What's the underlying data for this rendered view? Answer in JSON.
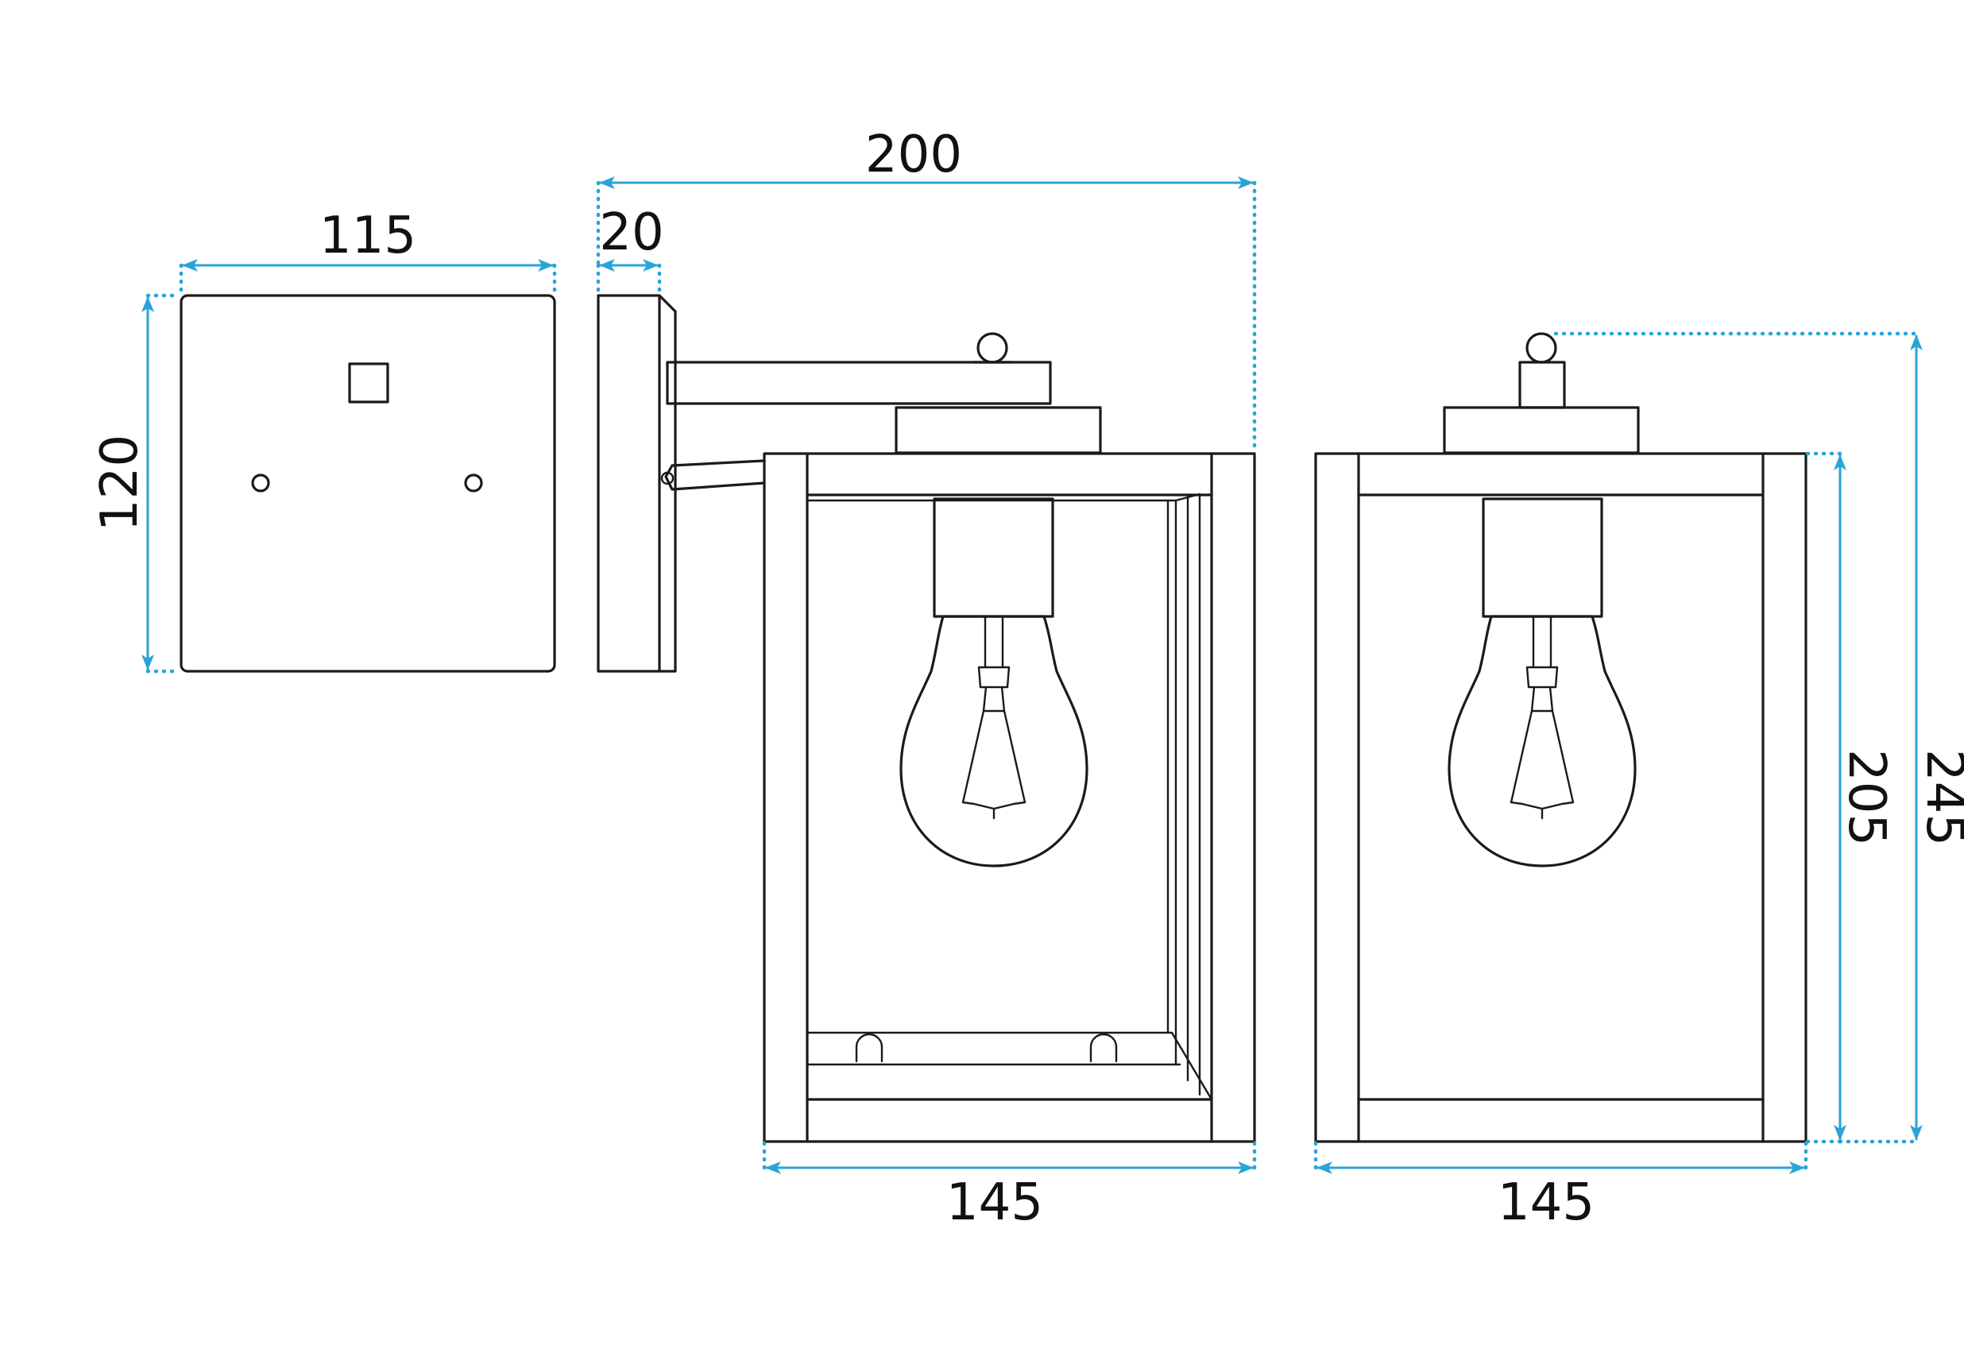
{
  "dimensions": {
    "plate_width": "115",
    "plate_height": "120",
    "plate_depth": "20",
    "total_depth": "200",
    "side_width": "145",
    "front_width": "145",
    "body_height": "205",
    "total_height": "245"
  },
  "colors": {
    "dimension_line": "#2aa3d8",
    "outline": "#1a1a1a",
    "background": "#ffffff"
  }
}
